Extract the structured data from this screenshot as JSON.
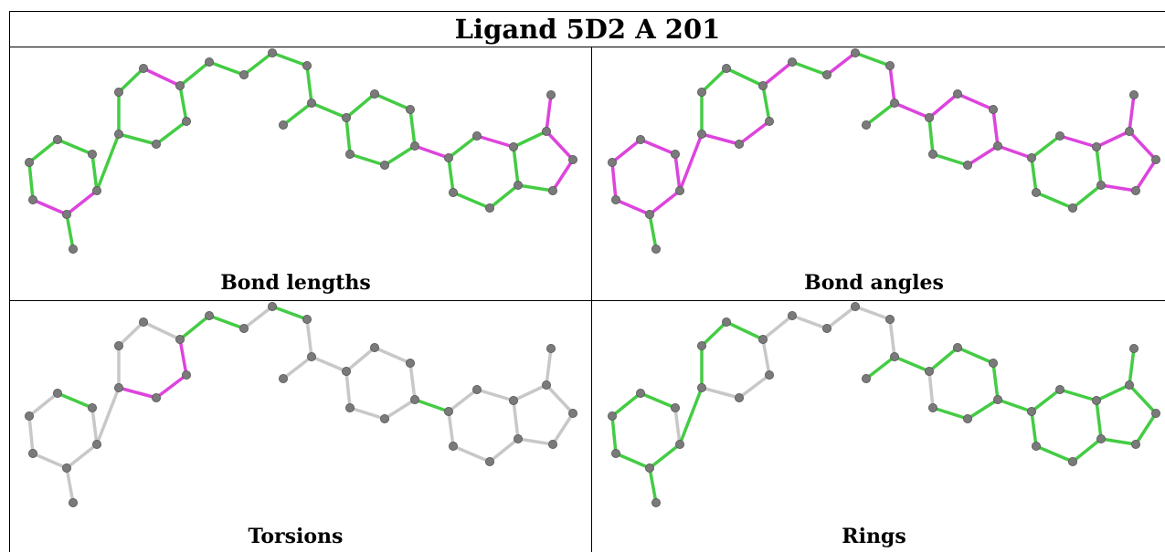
{
  "title": "Ligand 5D2 A 201",
  "panels": [
    {
      "id": "bond-lengths",
      "caption": "Bond lengths"
    },
    {
      "id": "bond-angles",
      "caption": "Bond angles"
    },
    {
      "id": "torsions",
      "caption": "Torsions"
    },
    {
      "id": "rings",
      "caption": "Rings"
    }
  ],
  "colors": {
    "green": "#44cc44",
    "magenta": "#dd44dd",
    "gray": "#c8c8c8",
    "atom": "#7a7a7a"
  },
  "bond_colors": {
    "bond_lengths": "GMMGGGGGGGMGGGGGGGGGGGGGGGGMGMGMMMGGGGGG",
    "bond_angles": "GMMMMMMMGGGGMMMGMGMGMMMMMGGMGMMMMMMGGGGG",
    "torsions": "OOOOOGOOOOOMMMGGOGOOOOOOOOOGOOOOOOOOOOOO",
    "rings": "GGGGGGOGGGGOOOOOOOOGGGGGGGOGGGGGGGGGGGGG"
  }
}
